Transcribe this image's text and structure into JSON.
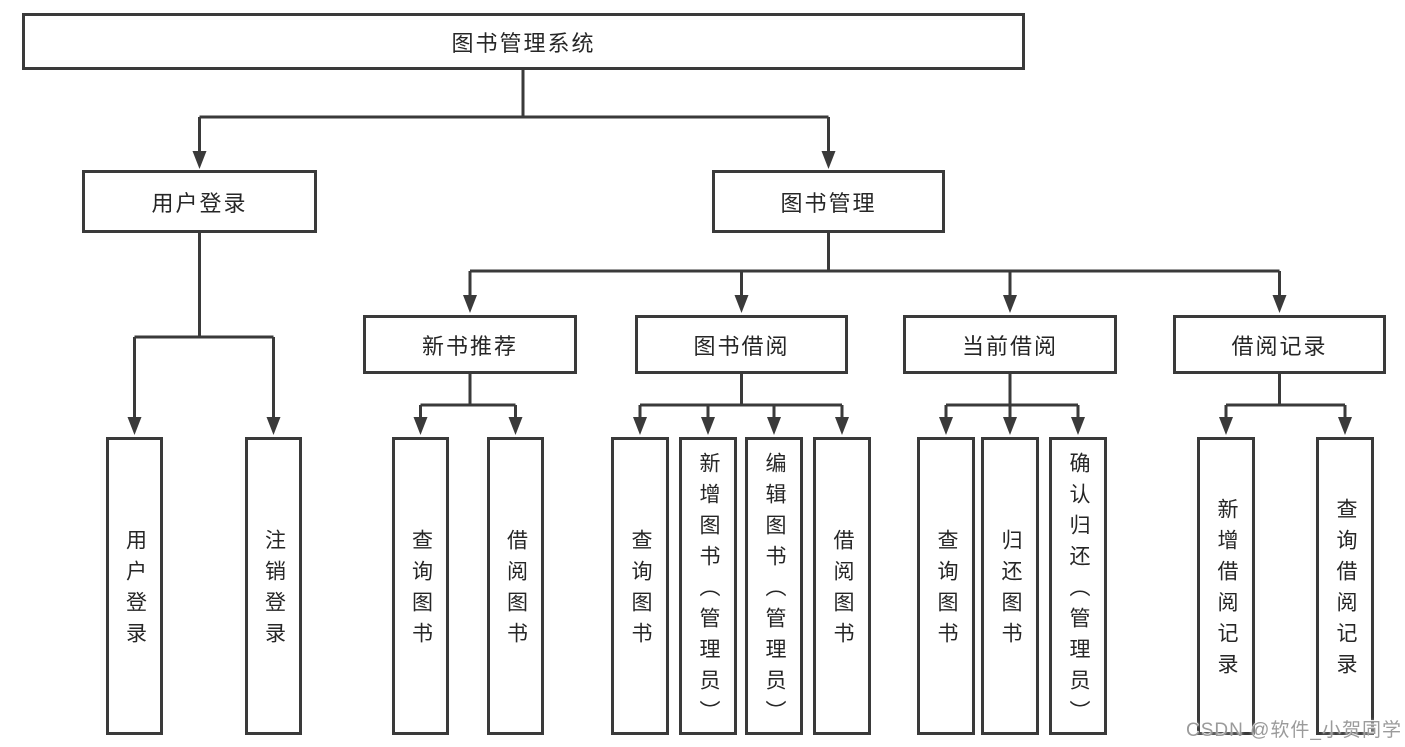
{
  "diagram_title": "图书管理系统",
  "nodes": {
    "root": "图书管理系统",
    "user_login": "用户登录",
    "book_mgmt": "图书管理",
    "user_login_leaf": "用户登录",
    "logout_leaf": "注销登录",
    "new_book_rec": "新书推荐",
    "book_borrow": "图书借阅",
    "current_borrow": "当前借阅",
    "borrow_record": "借阅记录",
    "query_book_1": "查询图书",
    "borrow_book_1": "借阅图书",
    "query_book_2": "查询图书",
    "add_book": "新增图书（管理员）",
    "edit_book": "编辑图书（管理员）",
    "borrow_book_2": "借阅图书",
    "query_book_3": "查询图书",
    "return_book": "归还图书",
    "confirm_return": "确认归还（管理员）",
    "add_borrow_record": "新增借阅记录",
    "query_borrow_record": "查询借阅记录"
  },
  "structure": {
    "图书管理系统": {
      "用户登录": [
        "用户登录",
        "注销登录"
      ],
      "图书管理": {
        "新书推荐": [
          "查询图书",
          "借阅图书"
        ],
        "图书借阅": [
          "查询图书",
          "新增图书（管理员）",
          "编辑图书（管理员）",
          "借阅图书"
        ],
        "当前借阅": [
          "查询图书",
          "归还图书",
          "确认归还（管理员）"
        ],
        "借阅记录": [
          "新增借阅记录",
          "查询借阅记录"
        ]
      }
    }
  },
  "watermark": "CSDN @软件_小贺同学",
  "colors": {
    "line": "#3a3a3a",
    "border": "#3a3a3a",
    "text": "#262626",
    "watermark": "#9b9b9b",
    "background": "#ffffff"
  }
}
